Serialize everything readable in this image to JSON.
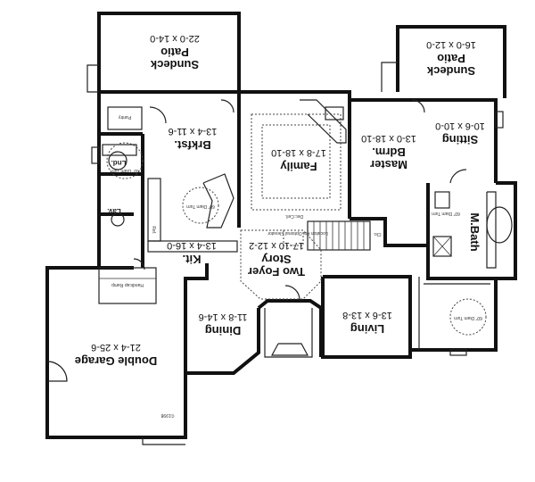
{
  "rooms": {
    "sundeck_left": {
      "name": "Sundeck",
      "name2": "Patio",
      "dims": "22-0 x 14-0"
    },
    "sundeck_right": {
      "name": "Sundeck",
      "name2": "Patio",
      "dims": "16-0 x 12-0"
    },
    "brkfst": {
      "name": "Brkfst.",
      "dims": "13-4 x 11-6"
    },
    "family": {
      "name": "Family",
      "dims": "17-8 x 18-10"
    },
    "master": {
      "name": "Master",
      "name2": "Bdrm.",
      "dims": "13-0 x 18-10"
    },
    "sitting": {
      "name": "Sitting",
      "dims": "10-6 x 10-0"
    },
    "kit": {
      "name": "Kit.",
      "dims": "13-4 x 16-0"
    },
    "foyer": {
      "name": "Two Foyer",
      "name2": "Story",
      "dims": "17-10 x 12-2"
    },
    "mbath": {
      "name": "M.Bath"
    },
    "dining": {
      "name": "Dining",
      "dims": "11-8 x 14-6"
    },
    "living": {
      "name": "Living",
      "dims": "13-6 x 13-8"
    },
    "garage": {
      "name": "Double Garage",
      "dims": "21-4 x 25-6"
    },
    "lnd": {
      "name": "Lnd."
    },
    "lav": {
      "name": "Lav."
    },
    "pantry": {
      "name": "Pantry"
    }
  },
  "labels": {
    "ramp": "Handicap Ramp",
    "copyright": "©1998",
    "dec_ceil": "Dec.Ceil.",
    "ref": "Ref.",
    "clo": "Clo.",
    "turn_a": "60\" Diam Turn",
    "turn_b": "60\" Diam Turn",
    "turn_c": "60\" Diam Turn",
    "turn_d": "60\" Diam Turn",
    "location_note": "Location For Optional Elevator"
  },
  "colors": {
    "ink": "#111111",
    "paper": "#ffffff"
  }
}
